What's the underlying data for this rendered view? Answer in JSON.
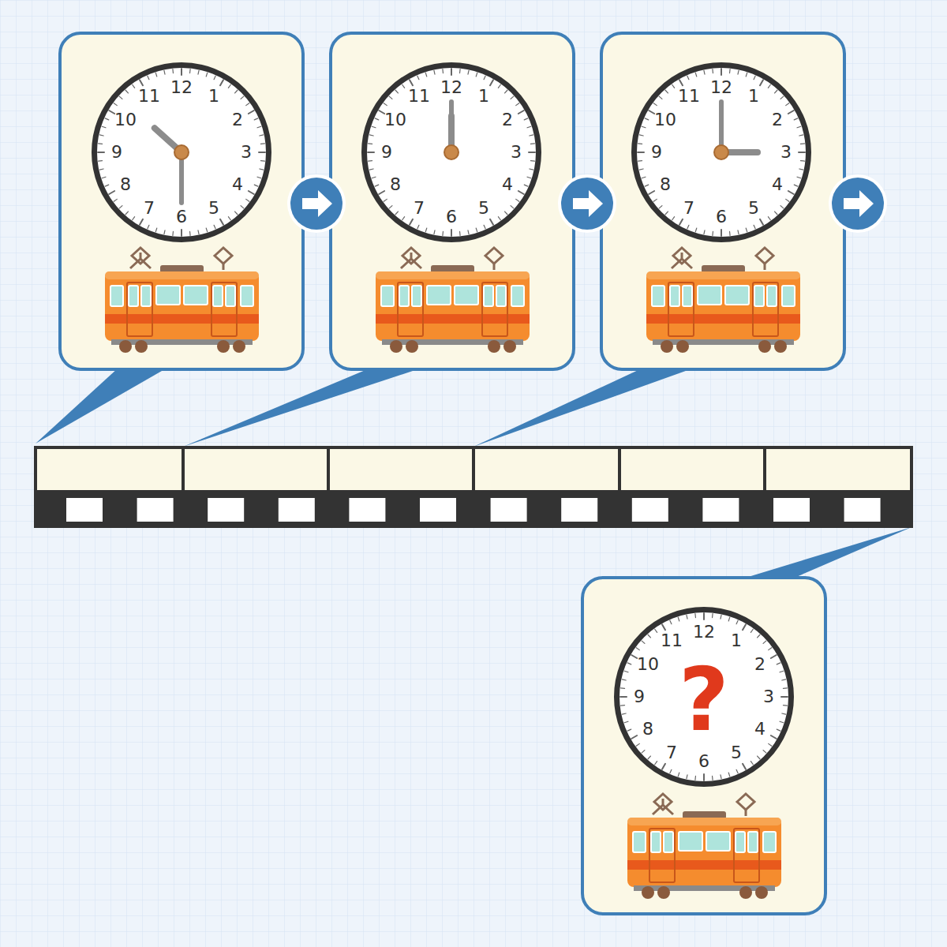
{
  "diagram": {
    "nodes": [
      {
        "text": [
          "12",
          "1",
          "2",
          "3",
          "4",
          "5",
          "6",
          "7",
          "8",
          "9",
          "10",
          "11"
        ]
      },
      {
        "text": [
          "12",
          "1",
          "2",
          "3",
          "4",
          "5",
          "6",
          "7",
          "8",
          "9",
          "10",
          "11"
        ]
      },
      {
        "text": [
          "12",
          "1",
          "2",
          "3",
          "4",
          "5",
          "6",
          "7",
          "8",
          "9",
          "10",
          "11"
        ]
      },
      {
        "text": [
          "12",
          "1",
          "2",
          "3",
          "4",
          "5",
          "6",
          "7",
          "8",
          "9",
          "10",
          "11",
          "?"
        ]
      }
    ]
  }
}
